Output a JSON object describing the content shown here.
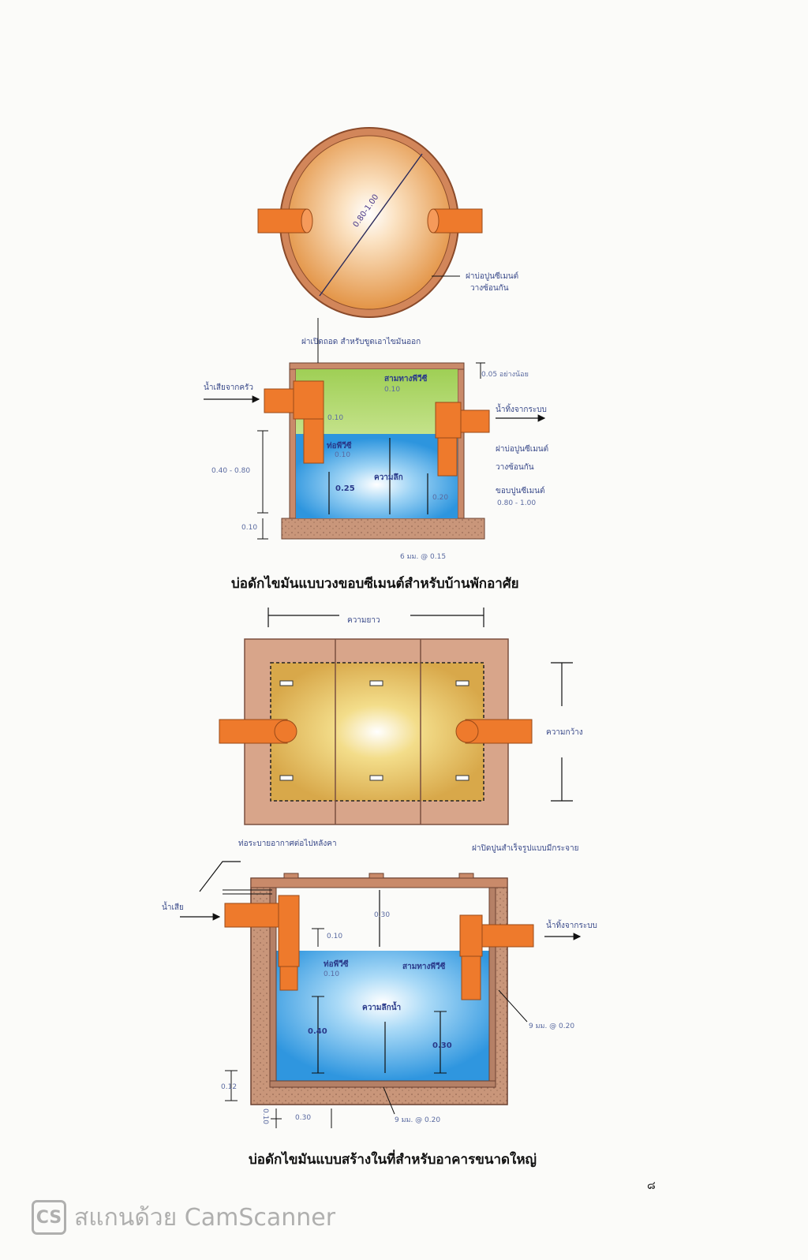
{
  "diagram1_top": {
    "diameter_label": "0.80-1.00",
    "lid_label_line1": "ฝาบ่อปูนซีเมนต์",
    "lid_label_line2": "วางซ้อนกัน"
  },
  "diagram1_section": {
    "top_label": "ฝาเปิดถอด สำหรับขูดเอาไขมันออก",
    "inlet_label": "น้ำเสียจากครัว",
    "outlet_label": "น้ำทิ้งจากระบบ",
    "clearance_label": "0.05 อย่างน้อย",
    "tee_label": "สามทางพีวีซี",
    "tee_size": "0.10",
    "dim_010": "0.10",
    "pipe_label": "ท่อพีวีซี",
    "pipe_size": "0.10",
    "depth_range": "0.40 - 0.80",
    "depth_label": "ความลึก",
    "dim_025": "0.25",
    "dim_020": "0.20",
    "base_thickness": "0.10",
    "lid_right_line1": "ฝาบ่อปูนซีเมนต์",
    "lid_right_line2": "วางซ้อนกัน",
    "ring_label_line1": "ขอบปูนซีเมนต์",
    "ring_label_line2": "0.80 - 1.00",
    "rebar_label": "6 มม. @ 0.15",
    "caption": "บ่อดักไขมันแบบวงขอบซีเมนต์สำหรับบ้านพักอาศัย"
  },
  "diagram2_plan": {
    "length_label": "ความยาว",
    "width_label": "ความกว้าง"
  },
  "diagram2_section": {
    "vent_label": "ท่อระบายอากาศต่อไปหลังคา",
    "cover_label": "ฝาปิดปูนสำเร็จรูปแบบมีกระจาย",
    "inlet_label": "น้ำเสีย",
    "outlet_label": "น้ำทิ้งจากระบบ",
    "dim_030_top": "0.30",
    "dim_010": "0.10",
    "pipe_label": "ท่อพีวีซี",
    "pipe_size": "0.10",
    "tee_label": "สามทางพีวีซี",
    "water_depth_label": "ความลึกน้ำ",
    "dim_040": "0.40",
    "dim_030": "0.30",
    "rebar_right": "9 มม. @ 0.20",
    "dim_012": "0.12",
    "dim_010_v": "0.10",
    "dim_030_bottom": "0.30",
    "rebar_bottom": "9 มม. @ 0.20",
    "caption": "บ่อดักไขมันแบบสร้างในที่สำหรับอาคารขนาดใหญ่"
  },
  "page_number": "๘",
  "watermark": {
    "logo": "CS",
    "text": "สแกนด้วย CamScanner"
  }
}
